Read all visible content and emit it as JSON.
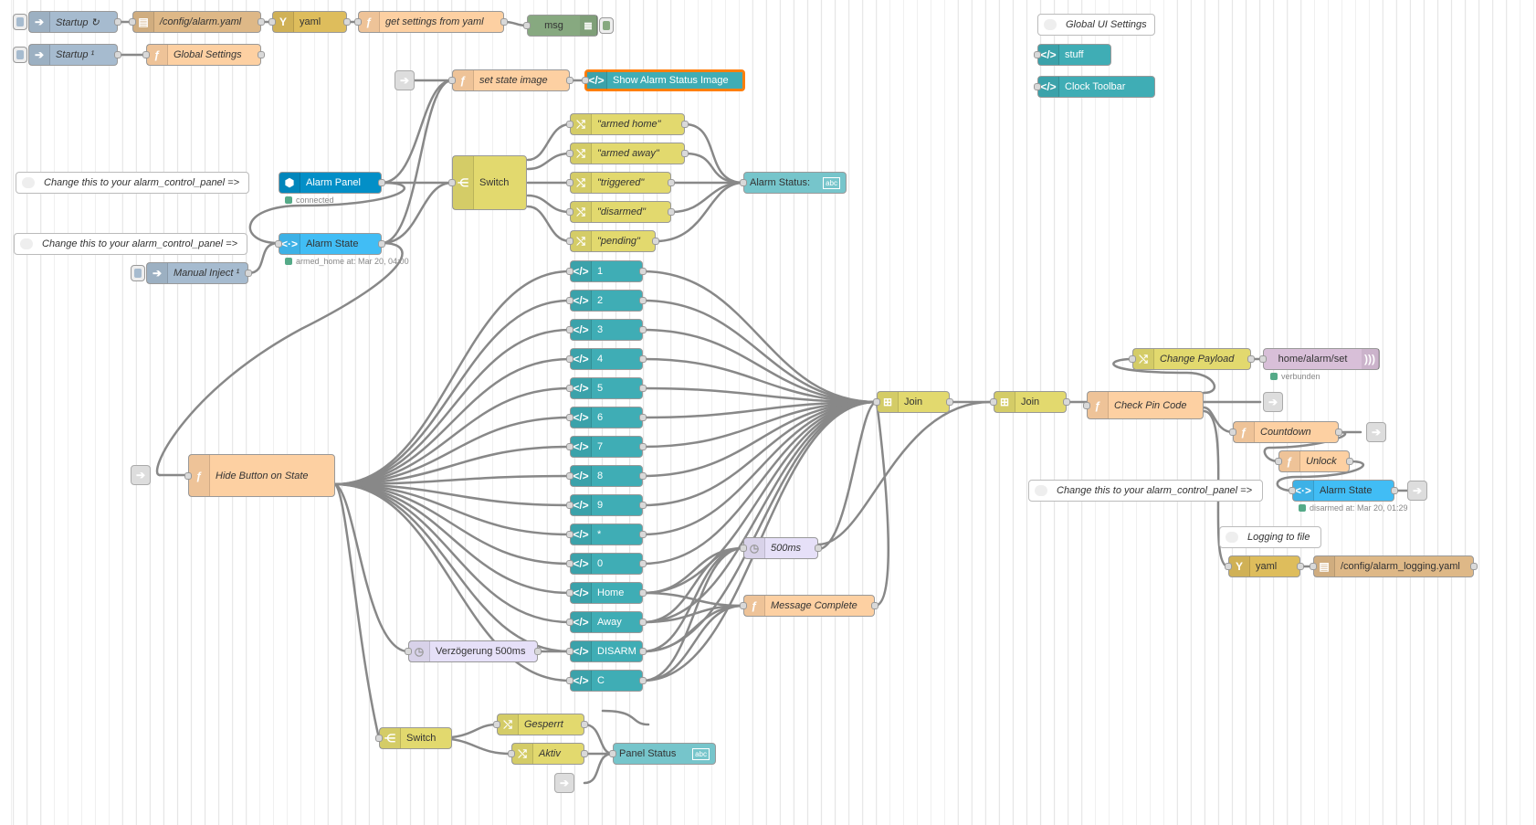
{
  "colors": {
    "inject": "#a6bbcf",
    "file": "#deb887",
    "yaml": "#debd5c",
    "function": "#fdd0a2",
    "debug": "#87a980",
    "template": "#3fadb5",
    "change": "#e2d96e",
    "switch": "#e2d96e",
    "ha": "#41bdf5",
    "ha_panel": "#038fc7",
    "delay": "#e6e0f8",
    "join": "#e2d96e",
    "mqtt": "#d8bfd8",
    "text": "#76c5cb"
  },
  "top": {
    "startup_refresh": "Startup ↻",
    "config_file": "/config/alarm.yaml",
    "yaml": "yaml",
    "get_settings": "get settings from yaml",
    "msg": "msg",
    "startup_once": "Startup ¹",
    "global_settings": "Global Settings",
    "set_state_image": "set state image",
    "show_alarm_image": "Show Alarm Status Image",
    "global_ui": "Global UI Settings",
    "stuff": "stuff",
    "clock_toolbar": "Clock Toolbar"
  },
  "alarm": {
    "comment1": "Change this to your alarm_control_panel =>",
    "comment2": "Change this to your alarm_control_panel =>",
    "panel": "Alarm Panel",
    "panel_status": "connected",
    "state": "Alarm State",
    "state_status": "armed_home at: Mar 20, 04:00",
    "manual_inject": "Manual Inject ¹",
    "switch": "Switch",
    "armed_home": "\"armed home\"",
    "armed_away": "\"armed away\"",
    "triggered": "\"triggered\"",
    "disarmed": "\"disarmed\"",
    "pending": "\"pending\"",
    "status_text": "Alarm Status:",
    "abc": "abc"
  },
  "keypad": {
    "hide_button": "Hide Button on State",
    "keys": [
      "1",
      "2",
      "3",
      "4",
      "5",
      "6",
      "7",
      "8",
      "9",
      "*",
      "0",
      "Home",
      "Away",
      "DISARM",
      "C"
    ],
    "delay_500": "500ms",
    "message_complete": "Message Complete",
    "verzoegerung": "Verzögerung 500ms",
    "join1": "Join",
    "join2": "Join",
    "switch2": "Switch",
    "gesperrt": "Gesperrt",
    "aktiv": "Aktiv",
    "panel_status": "Panel Status"
  },
  "pin": {
    "change_payload": "Change Payload",
    "mqtt_out": "home/alarm/set",
    "mqtt_status": "verbunden",
    "check_pin": "Check Pin Code",
    "countdown": "Countdown",
    "unlock": "Unlock",
    "comment3": "Change this to your alarm_control_panel =>",
    "alarm_state2": "Alarm State",
    "alarm_state2_status": "disarmed at: Mar 20, 01:29",
    "logging": "Logging to file",
    "yaml2": "yaml",
    "log_file": "/config/alarm_logging.yaml"
  }
}
